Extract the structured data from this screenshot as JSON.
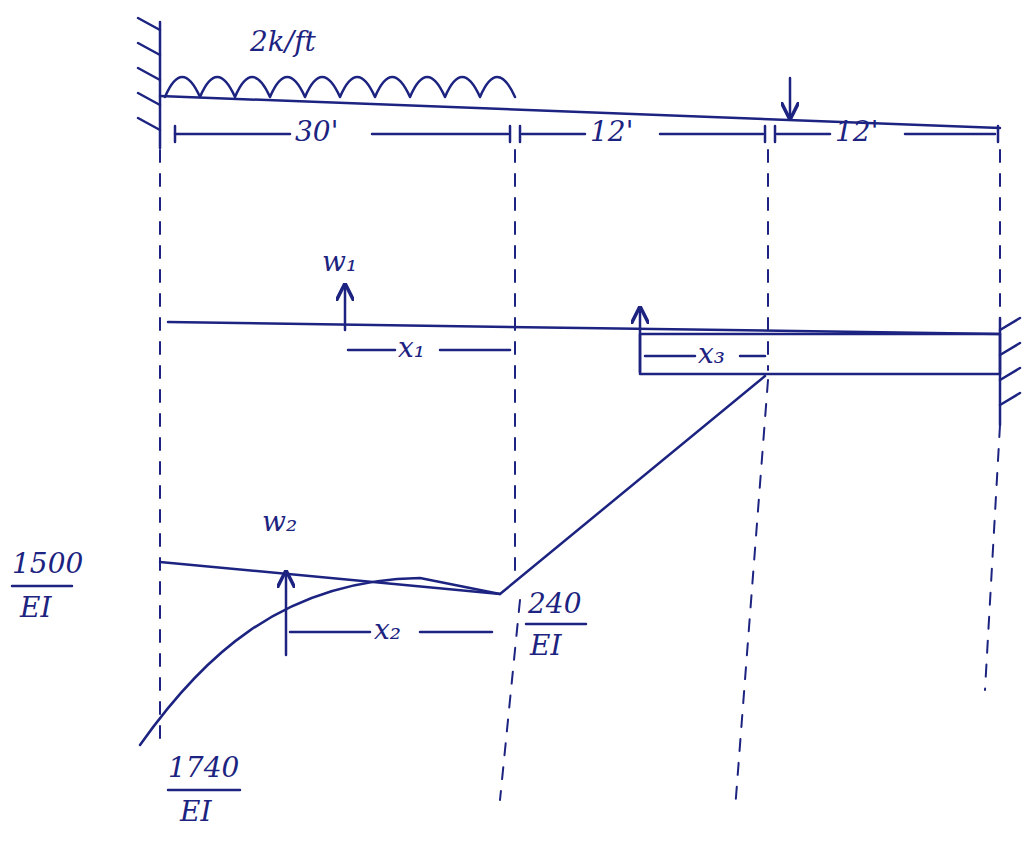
{
  "diagram": {
    "labels": [
      "2k/ft",
      "30'",
      "12'",
      "12'",
      "w₁",
      "x₁",
      "x₃",
      "w₂",
      "x₂",
      "1500",
      "EI",
      "240",
      "EI",
      "1740",
      "EI"
    ]
  }
}
